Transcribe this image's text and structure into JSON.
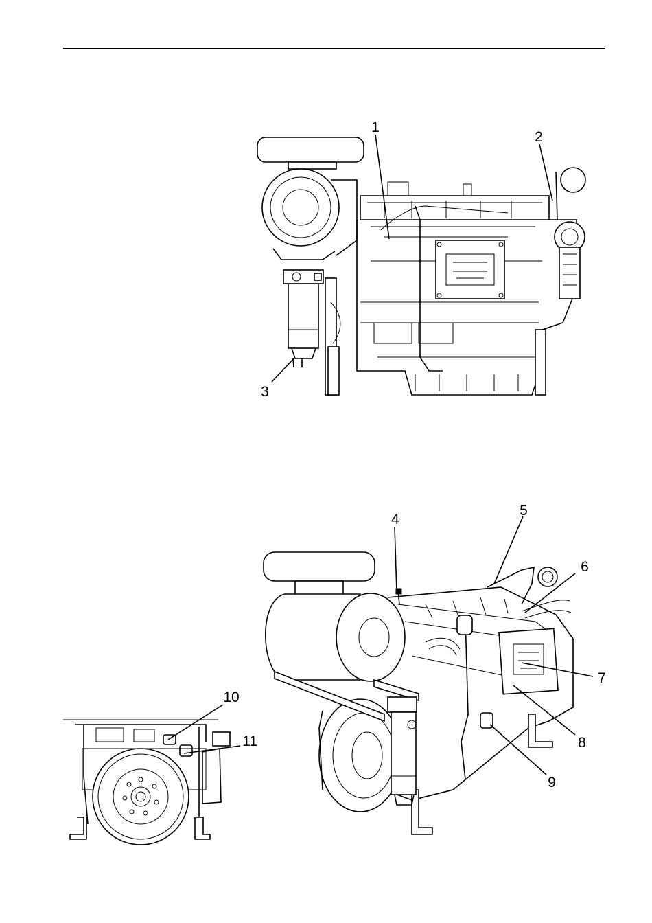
{
  "figures": {
    "top_side_view": {
      "callouts": [
        "1",
        "2",
        "3"
      ]
    },
    "bottom_perspective_view": {
      "callouts": [
        "4",
        "5",
        "6",
        "7",
        "8",
        "9"
      ]
    },
    "rear_view": {
      "callouts": [
        "10",
        "11"
      ]
    }
  }
}
